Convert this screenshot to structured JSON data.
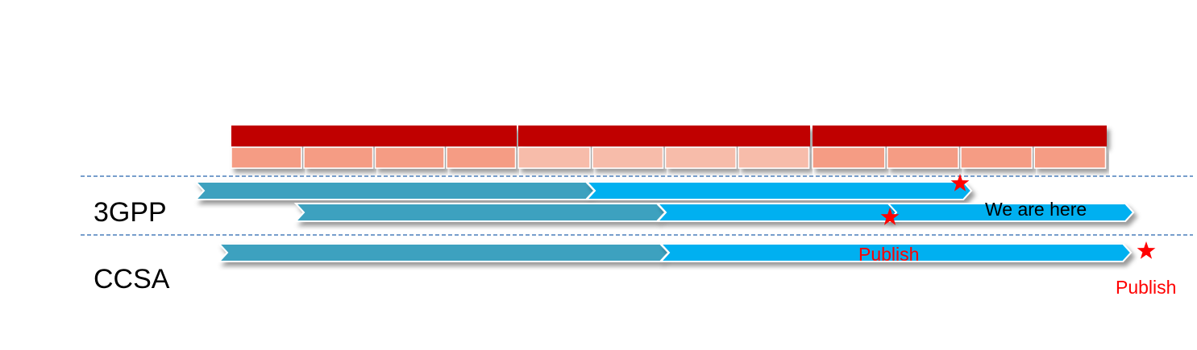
{
  "rows": {
    "3gpp_label": "3GPP",
    "ccsa_label": "CCSA"
  },
  "annotations": {
    "we_are_here": "We are here",
    "publish_bar": "Publish",
    "publish_end": "Publish"
  },
  "colors": {
    "year_bar": "#c00000",
    "quarter_dark": "#f59c84",
    "quarter_light": "#f7bcaa",
    "phase_teal": "#3ca1bf",
    "phase_blue": "#00b0f0",
    "divider": "#4a7ebb",
    "star": "#ff0000",
    "publish_text": "#ff0000"
  }
}
